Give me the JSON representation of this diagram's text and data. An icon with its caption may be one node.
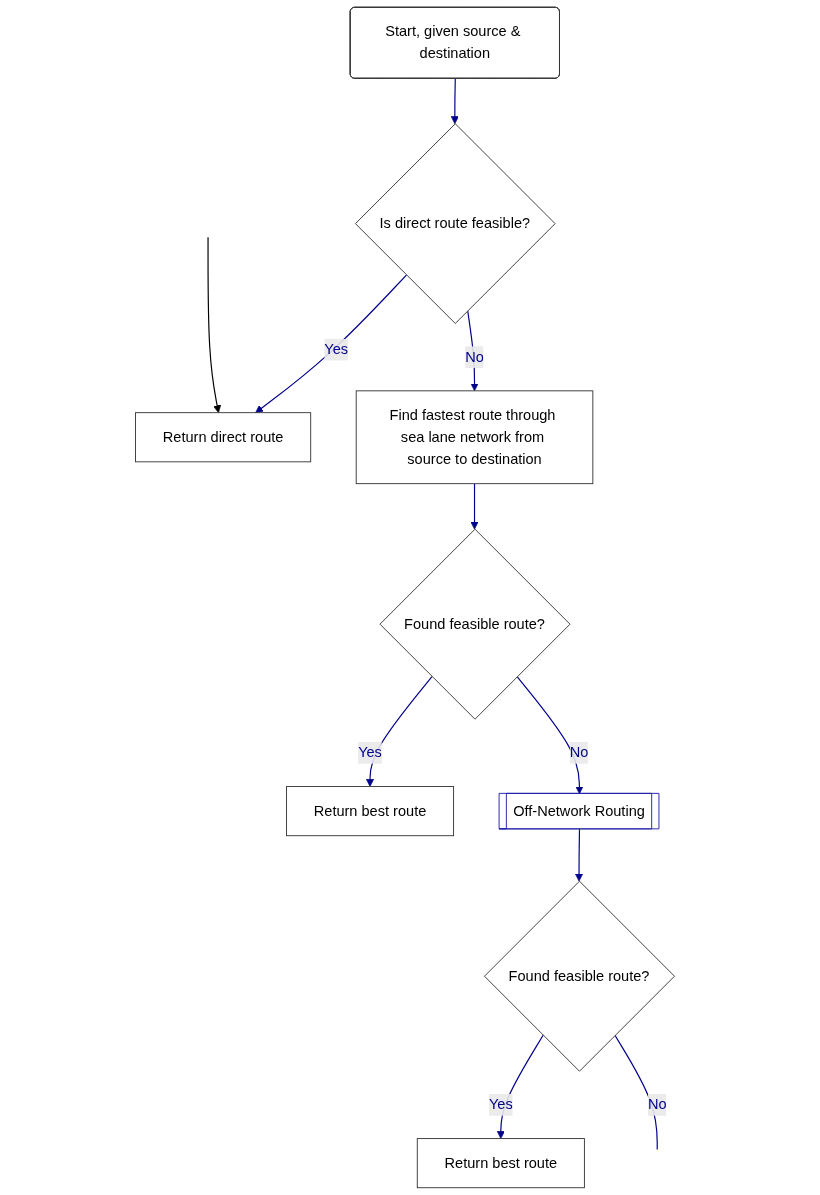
{
  "diagram": {
    "nodes": [
      {
        "text": [
          "Start, given source & destination"
        ]
      },
      {
        "text": [
          "Is direct route feasible?"
        ]
      },
      {
        "text": [
          "Return direct route"
        ]
      },
      {
        "text": [
          "Find fastest route through sea lane network from source to destination"
        ]
      },
      {
        "text": [
          "Found feasible route?"
        ]
      },
      {
        "text": [
          "Return best route"
        ]
      },
      {
        "text": [
          "Off-Network Routing"
        ]
      },
      {
        "text": [
          "Found feasible route?"
        ]
      },
      {
        "text": [
          "Return best route"
        ]
      }
    ],
    "edges": [
      {
        "from": 0,
        "to": 1,
        "arrow": "to"
      },
      {
        "from": 1,
        "to": 2,
        "arrow": "to",
        "label": "Yes"
      },
      {
        "from": 1,
        "to": 3,
        "arrow": "to",
        "label": "No"
      },
      {
        "from": 3,
        "to": 4,
        "arrow": "to"
      },
      {
        "from": 4,
        "to": 5,
        "arrow": "to",
        "label": "Yes"
      },
      {
        "from": 4,
        "to": 6,
        "arrow": "to",
        "label": "No"
      },
      {
        "from": 6,
        "to": 7,
        "arrow": "to"
      },
      {
        "from": 7,
        "to": 8,
        "arrow": "to",
        "label": "Yes"
      },
      {
        "from": 7,
        "to": null,
        "arrow": "none",
        "label": "No"
      },
      {
        "from": null,
        "to": 2,
        "arrow": "to",
        "color": "#000000"
      }
    ]
  }
}
